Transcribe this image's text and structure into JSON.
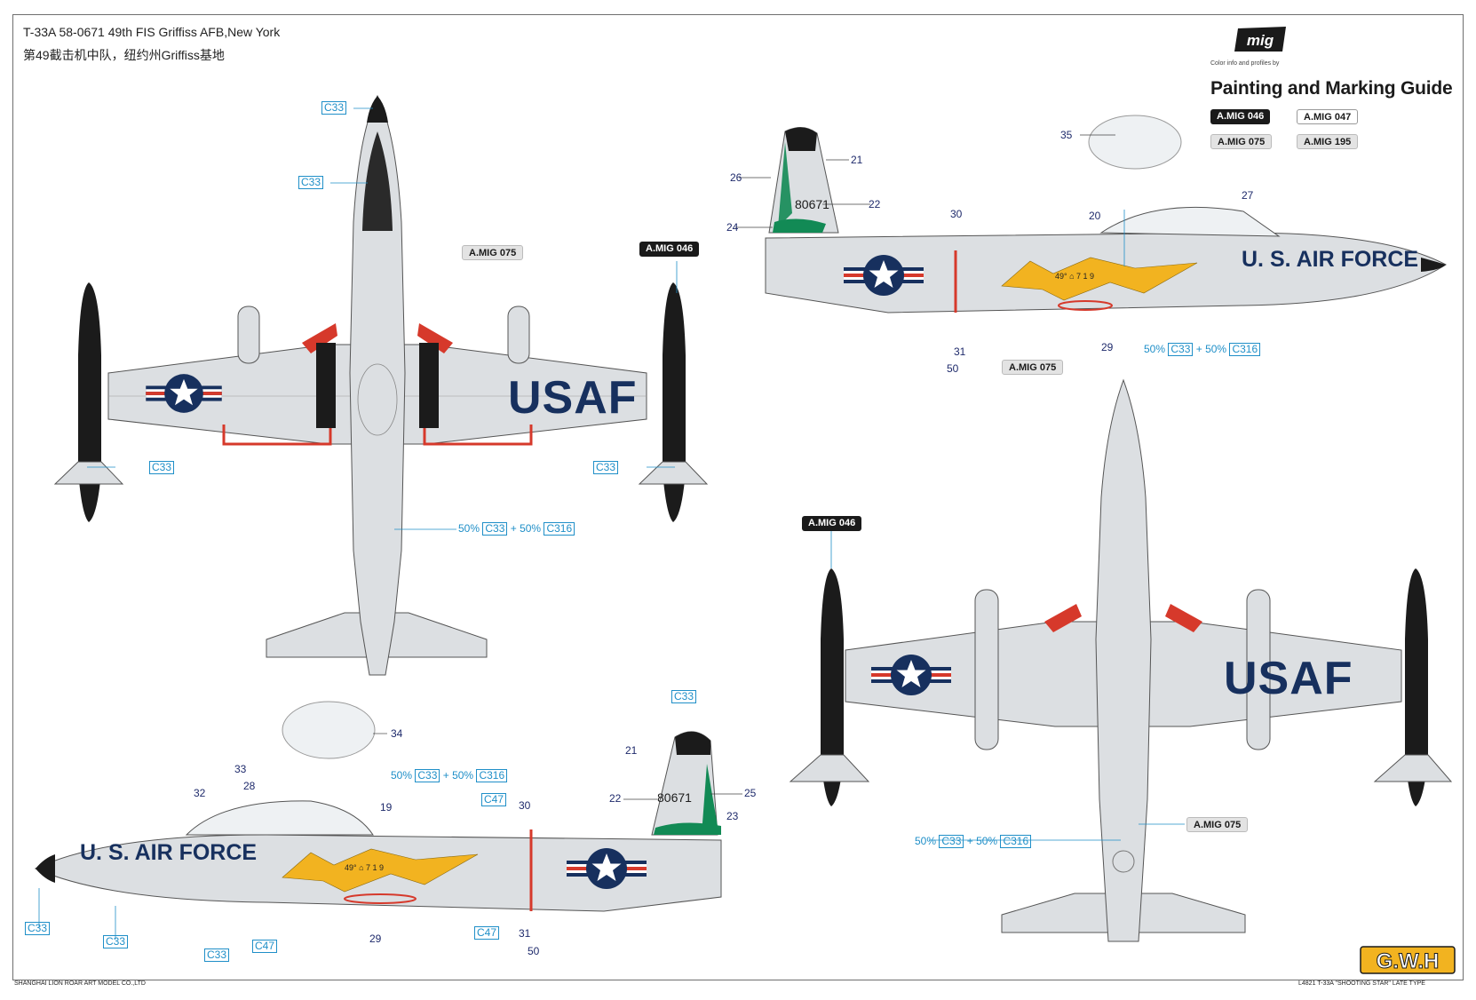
{
  "header": {
    "title_en": "T-33A 58-0671 49th FIS Griffiss AFB,New York",
    "title_cn": "第49截击机中队，纽约州Griffiss基地"
  },
  "brand": {
    "logo_text": "mig",
    "subtitle": "Color info and profiles by",
    "guide_title": "Painting and Marking Guide"
  },
  "legend_chips": [
    "A.MIG 046",
    "A.MIG 047",
    "A.MIG 075",
    "A.MIG 195"
  ],
  "callouts": {
    "mig046": "A.MIG 046",
    "mig075": "A.MIG 075",
    "c33": "C33",
    "c47": "C47",
    "mix_prefix": "50%",
    "mix_c33": "C33",
    "mix_plus": "+ 50%",
    "mix_c316": "C316"
  },
  "markings": {
    "usaf": "USAF",
    "us_air_force": "U. S. AIR FORCE",
    "serial": "80671",
    "bolt_text": "49° ⌂ 7 1 9"
  },
  "part_numbers": {
    "n19": "19",
    "n20": "20",
    "n21": "21",
    "n22": "22",
    "n23": "23",
    "n24": "24",
    "n25": "25",
    "n26": "26",
    "n27": "27",
    "n28": "28",
    "n29": "29",
    "n30": "30",
    "n31": "31",
    "n32": "32",
    "n33": "33",
    "n34": "34",
    "n35": "35",
    "n50": "50"
  },
  "footer": {
    "left": "SHANGHAI LION ROAR ART MODEL CO.,LTD",
    "right": "L4821 T-33A \"SHOOTING STAR\" LATE TYPE"
  },
  "colors": {
    "aluminum": "#dcdfe2",
    "dark_blue": "#17305e",
    "red": "#d6392b",
    "yellow": "#f2b320",
    "green": "#128a55",
    "black": "#1b1b1b",
    "callout_blue": "#1f8fc8"
  }
}
